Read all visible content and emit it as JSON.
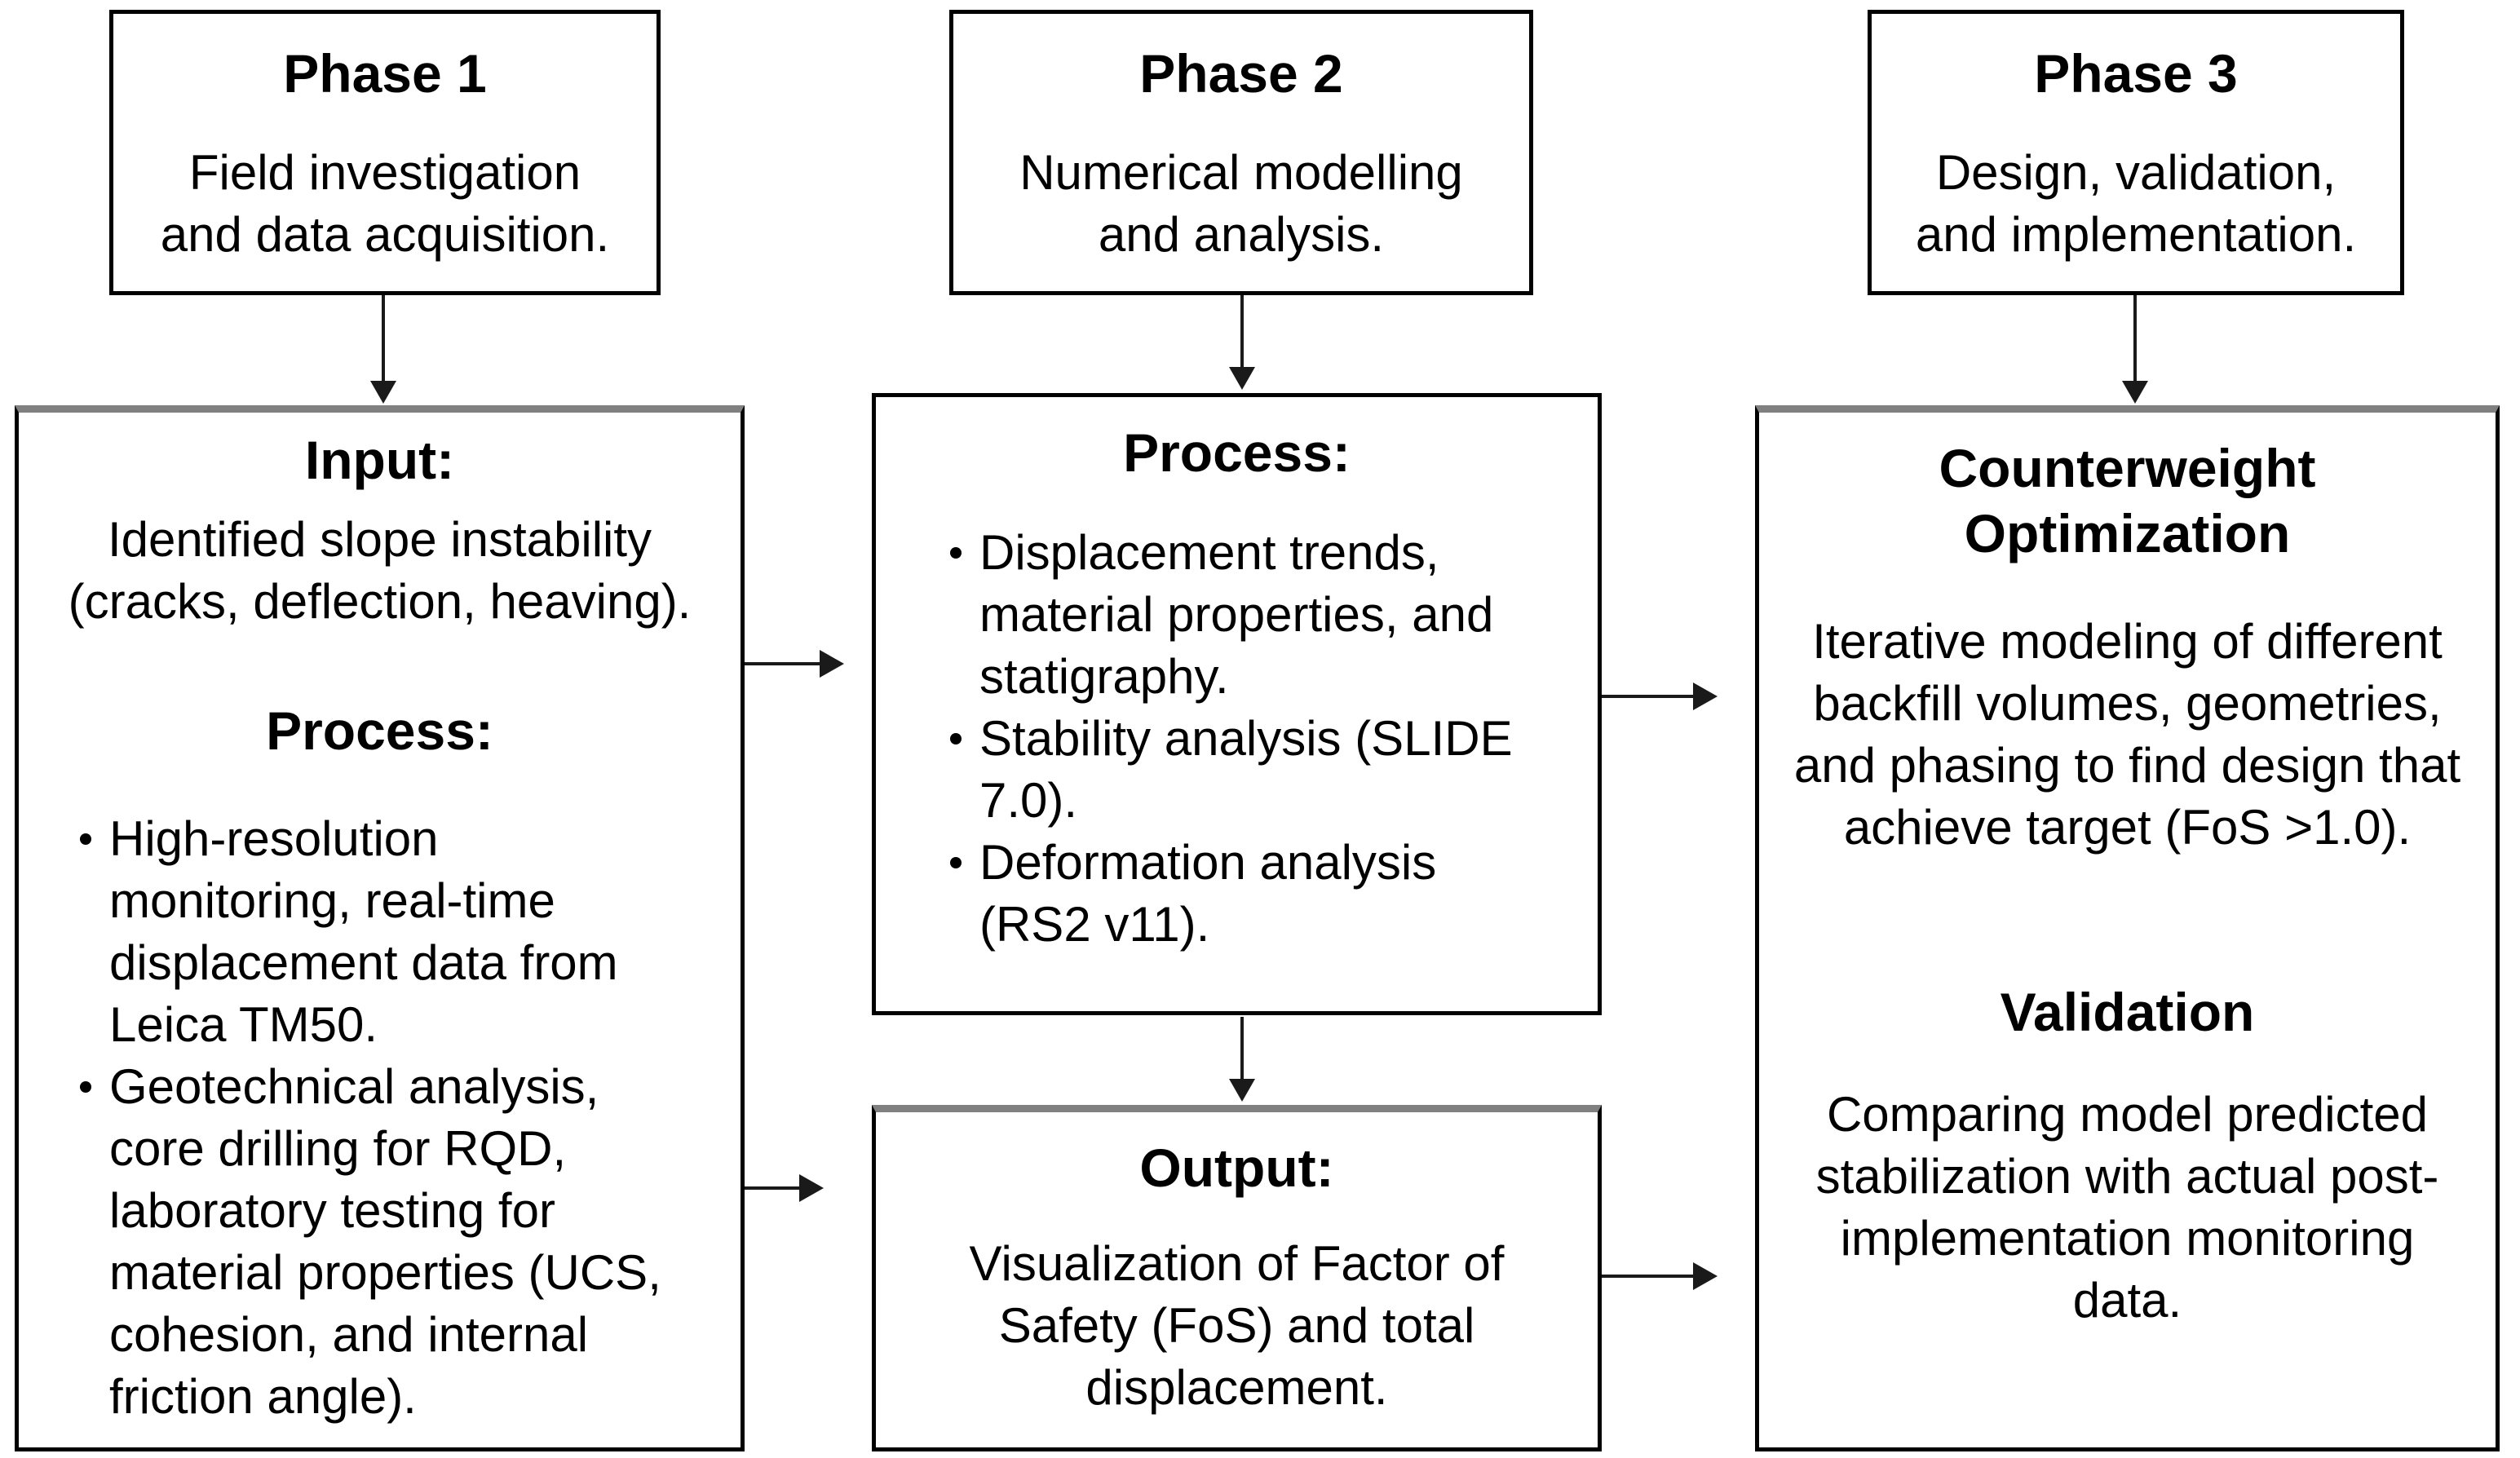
{
  "colors": {
    "background": "#ffffff",
    "box_border": "#000000",
    "box_top_accent": "#808080",
    "text": "#000000",
    "arrow": "#1a1a1a"
  },
  "phases": [
    {
      "title": "Phase 1",
      "subtitle": "Field investigation\nand data acquisition."
    },
    {
      "title": "Phase 2",
      "subtitle": "Numerical modelling\nand analysis."
    },
    {
      "title": "Phase 3",
      "subtitle": "Design, validation,\nand implementation."
    }
  ],
  "input_box": {
    "input_label": "Input:",
    "input_text": "Identified slope instability\n(cracks, deflection, heaving).",
    "process_label": "Process:",
    "bullets": [
      "High-resolution\nmonitoring, real-time\ndisplacement data from\nLeica TM50.",
      "Geotechnical analysis,\ncore drilling for RQD,\nlaboratory testing for\nmaterial properties (UCS,\ncohesion, and internal\nfriction angle)."
    ]
  },
  "process_box": {
    "label": "Process:",
    "bullets": [
      "Displacement trends,\nmaterial properties, and\nstatigraphy.",
      "Stability analysis (SLIDE\n7.0).",
      "Deformation analysis\n(RS2 v11)."
    ]
  },
  "output_box": {
    "label": "Output:",
    "text": "Visualization of Factor of\nSafety (FoS) and total\ndisplacement."
  },
  "design_box": {
    "optimization_title": "Counterweight\nOptimization",
    "optimization_text": "Iterative modeling of different\nbackfill volumes, geometries,\nand phasing to find design that\nachieve target (FoS >1.0).",
    "validation_title": "Validation",
    "validation_text": "Comparing model predicted\nstabilization with actual post-\nimplementation monitoring\ndata."
  }
}
